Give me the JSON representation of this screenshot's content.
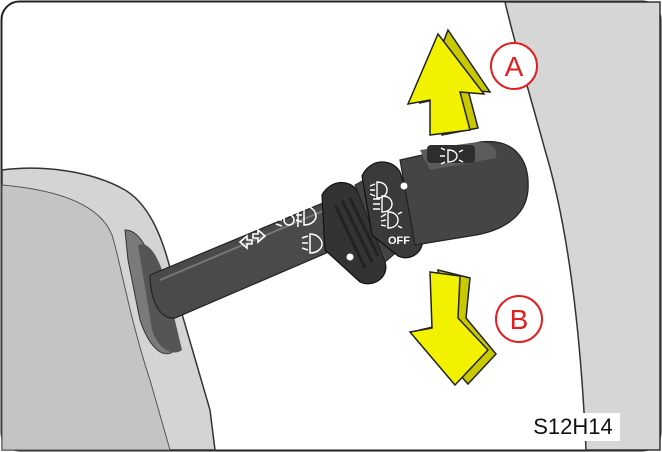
{
  "callouts": {
    "a": "A",
    "b": "B"
  },
  "figure_code": "S12H14",
  "stalk_labels": {
    "fog_off": "OFF",
    "head_off": "OFF"
  },
  "icons": [
    "turn-signal-arrows-icon",
    "rear-fog-light-icon",
    "front-fog-light-icon",
    "parking-light-icon",
    "low-beam-icon",
    "high-beam-icon",
    "passing-flash-icon"
  ],
  "colors": {
    "arrow_yellow": "#f2f200",
    "callout_red": "#e02020",
    "stalk": "#4a4a4a",
    "panel": "#d9d9d9"
  }
}
